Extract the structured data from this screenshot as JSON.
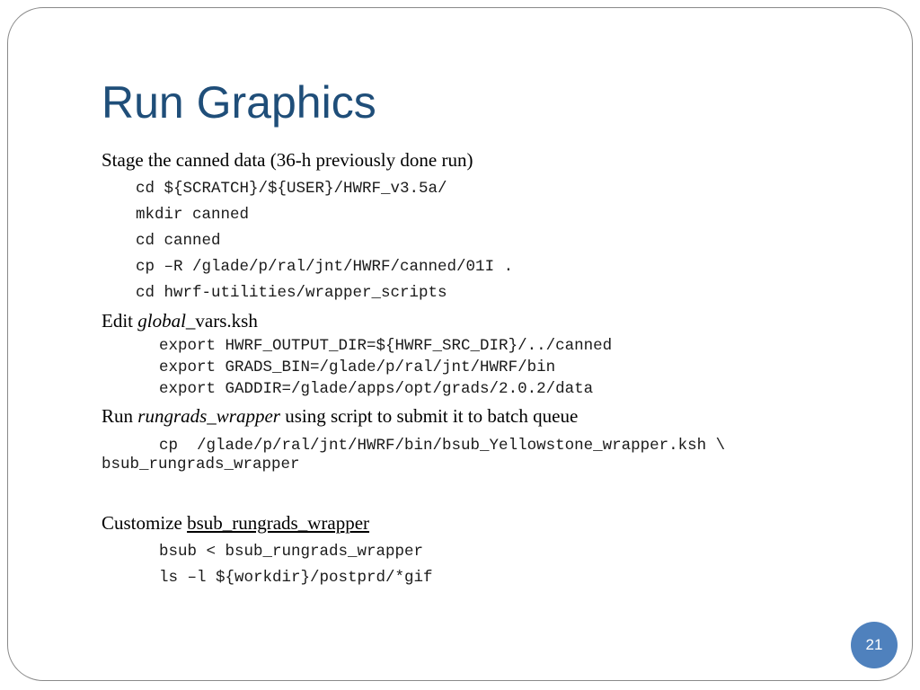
{
  "slide": {
    "title": "Run Graphics",
    "page_number": "21"
  },
  "stage_section": {
    "heading": "Stage the canned data (36-h previously done run)",
    "commands": [
      "cd ${SCRATCH}/${USER}/HWRF_v3.5a/",
      "mkdir canned",
      "cd canned",
      "cp –R /glade/p/ral/jnt/HWRF/canned/01I .",
      "cd hwrf-utilities/wrapper_scripts"
    ]
  },
  "edit_section": {
    "heading_prefix": "Edit ",
    "heading_italic": "global",
    "heading_suffix": "_vars.ksh",
    "commands": [
      "export HWRF_OUTPUT_DIR=${HWRF_SRC_DIR}/../canned",
      "export GRADS_BIN=/glade/p/ral/jnt/HWRF/bin",
      "export GADDIR=/glade/apps/opt/grads/2.0.2/data"
    ]
  },
  "run_section": {
    "heading_prefix": "Run ",
    "heading_italic": "rungrads_wrapper",
    "heading_suffix": " using script to submit it to batch queue",
    "command_line1": "cp  /glade/p/ral/jnt/HWRF/bin/bsub_Yellowstone_wrapper.ksh \\",
    "command_line2": "bsub_rungrads_wrapper"
  },
  "customize_section": {
    "heading_prefix": "Customize ",
    "heading_link": "bsub_rungrads_wrapper",
    "commands": [
      "bsub < bsub_rungrads_wrapper",
      "ls –l ${workdir}/postprd/*gif"
    ]
  },
  "colors": {
    "title": "#1f4e79",
    "badge": "#4f81bd"
  }
}
